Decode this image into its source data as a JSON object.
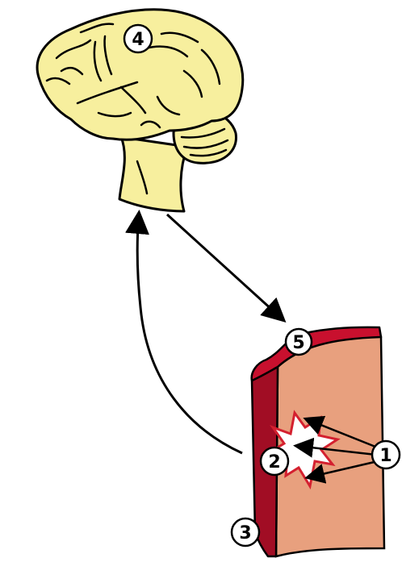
{
  "labels": {
    "n1": "1",
    "n2": "2",
    "n3": "3",
    "n4": "4",
    "n5": "5"
  },
  "colors": {
    "brain_fill": "#f7ef9e",
    "brain_stroke": "#000000",
    "wall_red": "#c8102e",
    "dark_red": "#a10d24",
    "tissue": "#e8a07e",
    "starburst_fill": "#ffffff",
    "starburst_stroke": "#d4202f"
  }
}
